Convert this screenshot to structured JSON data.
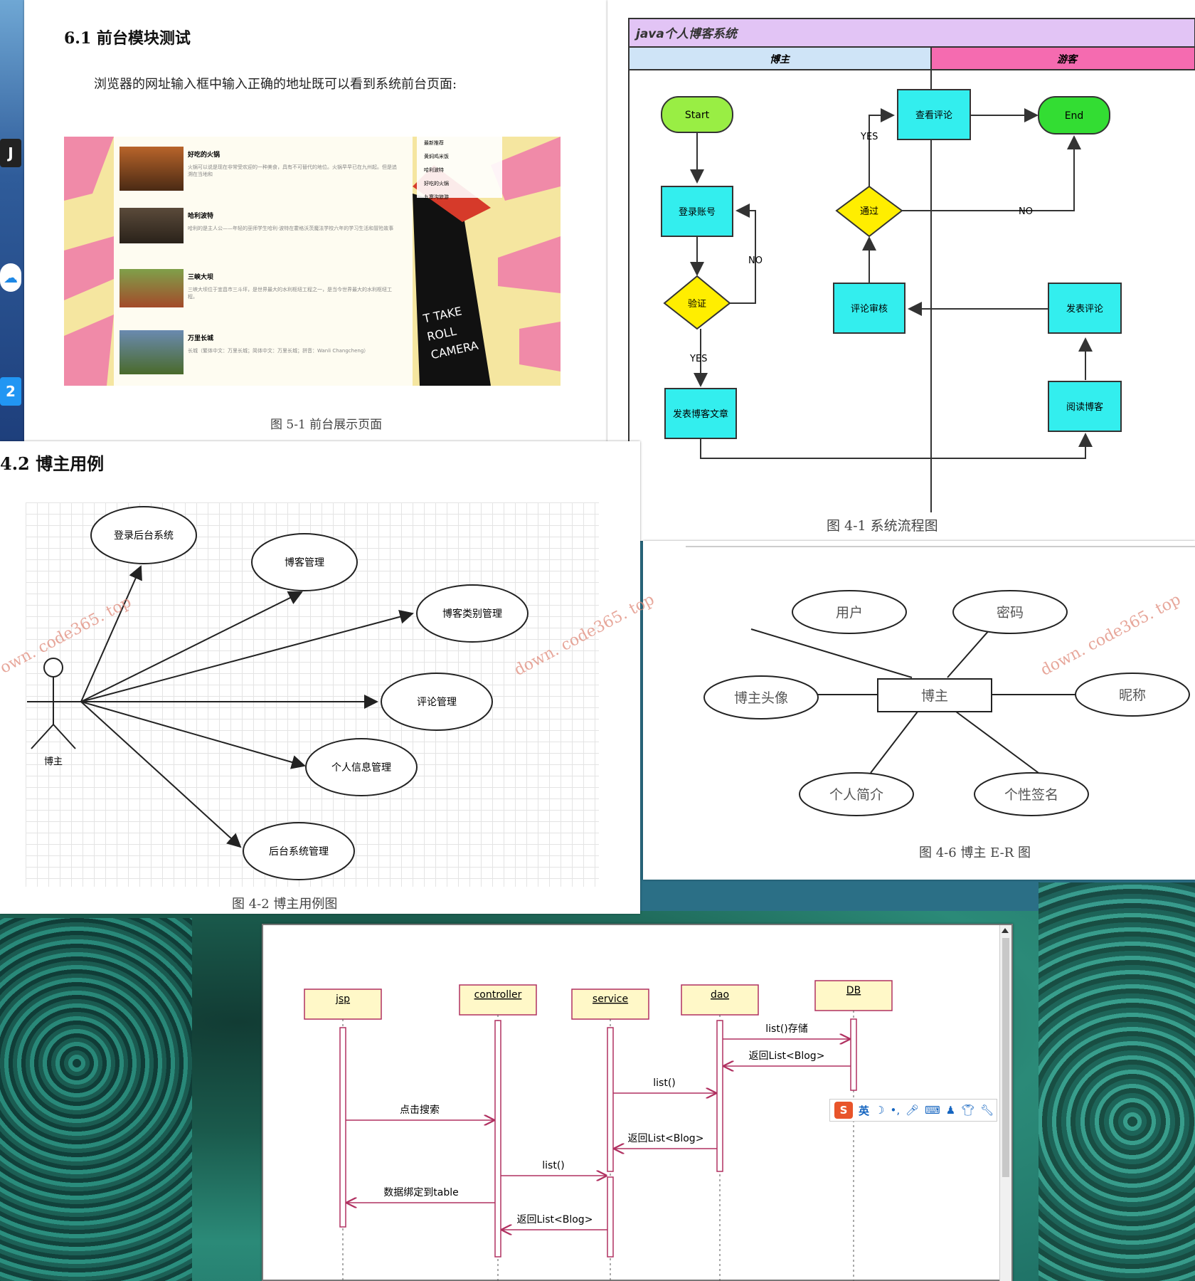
{
  "panel1": {
    "heading": "6.1 前台模块测试",
    "body_text": "浏览器的网址输入框中输入正确的地址既可以看到系统前台页面:",
    "caption": "图 5-1 前台展示页面",
    "screenshot": {
      "posts": [
        {
          "title": "好吃的火锅",
          "excerpt": "火锅可以说是现在非常受欢迎的一种美食，具有不可替代的地位。火锅早早已在九州起。但是追溯在当地和"
        },
        {
          "title": "哈利波特",
          "excerpt": "哈利的是主人公——年轻的巫师学生哈利·波特在霍格沃茨魔法学校六年的学习生活和冒险故事"
        },
        {
          "title": "三峡大坝",
          "excerpt": "三峡大坝位于宜昌市三斗坪，是世界最大的水利枢纽工程之一，是当今世界最大的水利枢纽工程。"
        },
        {
          "title": "万里长城",
          "excerpt": "长城（繁体中文：万里长城；简体中文：万里长城；拼音：Wanli Changcheng）"
        }
      ],
      "sidebar_items": [
        "最新推荐",
        "黄焖鸡米饭",
        "哈利波特",
        "好吃的火锅",
        "九寨沟旅游"
      ],
      "clapper_text": [
        "T TAKE",
        "ROLL",
        "CAMERA"
      ]
    }
  },
  "panel2": {
    "title": "java个人博客系统",
    "lane_left": "博主",
    "lane_right": "游客",
    "nodes": {
      "start": "Start",
      "end": "End",
      "login": "登录账号",
      "verify": "验证",
      "publish": "发表博客文章",
      "view_comment": "查看评论",
      "pass": "通过",
      "review": "评论审核",
      "post_comment": "发表评论",
      "read_blog": "阅读博客"
    },
    "labels": {
      "no1": "NO",
      "yes1": "YES",
      "yes2": "YES",
      "no2": "NO"
    },
    "caption": "图 4-1    系统流程图"
  },
  "panel3": {
    "heading": "4.2 博主用例",
    "actor": "博主",
    "use_cases": [
      "登录后台系统",
      "博客管理",
      "博客类别管理",
      "评论管理",
      "个人信息管理",
      "后台系统管理"
    ],
    "caption": "图 4-2 博主用例图"
  },
  "panel4": {
    "entity": "博主",
    "attributes": [
      "用户",
      "密码",
      "博主头像",
      "昵称",
      "个人简介",
      "个性签名"
    ],
    "caption": "图 4-6 博主 E-R 图"
  },
  "panel5": {
    "lifelines": [
      "jsp",
      "controller",
      "service",
      "dao",
      "DB"
    ],
    "messages": [
      "list()存储",
      "返回List<Blog>",
      "list()",
      "点击搜索",
      "返回List<Blog>",
      "list()",
      "数据绑定到table",
      "返回List<Blog>"
    ],
    "ime_label": "英"
  },
  "watermarks": [
    "own. code365. top",
    "down. code365. top",
    "down. code365. top"
  ],
  "colors": {
    "start": "#99ee44",
    "end": "#33dd33",
    "process": "#33eeee",
    "decision": "#ffee00",
    "lane_left": "#cfe4f7",
    "lane_right": "#f56bb0",
    "title_bar": "#e2c4f5",
    "lifeline_box": "#fff8c8"
  }
}
